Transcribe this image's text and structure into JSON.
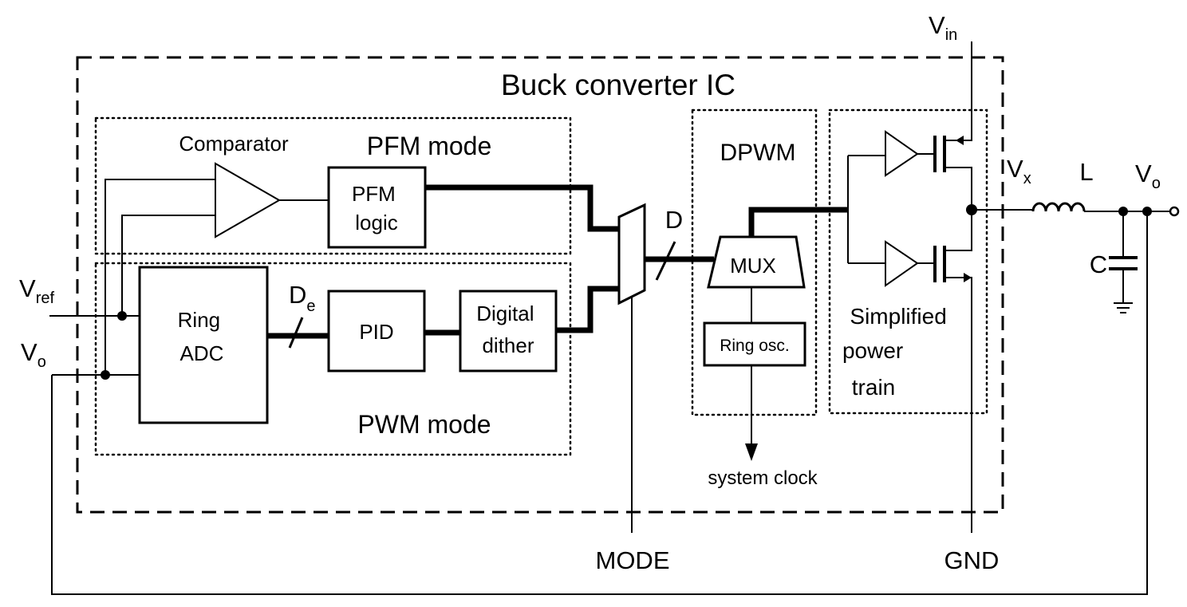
{
  "ic_title": "Buck converter IC",
  "sections": {
    "pfm": "PFM mode",
    "pwm": "PWM mode",
    "dpwm": "DPWM",
    "power_train": [
      "Simplified",
      "power",
      "train"
    ]
  },
  "blocks": {
    "comparator": "Comparator",
    "pfm_logic": [
      "PFM",
      "logic"
    ],
    "ring_adc": [
      "Ring",
      "ADC"
    ],
    "pid": "PID",
    "digital_dither": [
      "Digital",
      "dither"
    ],
    "mux": "MUX",
    "ring_osc": "Ring osc."
  },
  "signals": {
    "vref": {
      "main": "V",
      "sub": "ref"
    },
    "vo_in": {
      "main": "V",
      "sub": "o"
    },
    "de": {
      "main": "D",
      "sub": "e"
    },
    "d": "D",
    "mode": "MODE",
    "system_clock": "system clock",
    "vin": {
      "main": "V",
      "sub": "in"
    },
    "gnd": "GND",
    "vx": {
      "main": "V",
      "sub": "x"
    },
    "inductor": "L",
    "capacitor": "C",
    "vo_out": {
      "main": "V",
      "sub": "o"
    }
  }
}
